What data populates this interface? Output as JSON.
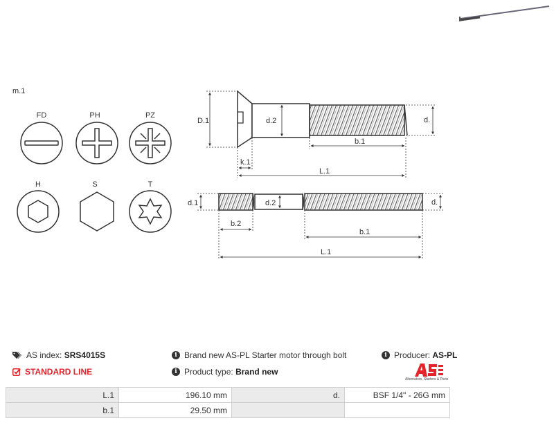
{
  "head_types": {
    "title": "m.1",
    "labels": [
      "FD",
      "PH",
      "PZ",
      "H",
      "S",
      "T"
    ]
  },
  "diagram_labels": {
    "D1": "D.1",
    "d2_top": "d.2",
    "d_top": "d.",
    "b1_top": "b.1",
    "k1": "k.1",
    "L1_top": "L.1",
    "d1_bottom": "d.1",
    "d2_bottom": "d.2",
    "d_bottom": "d.",
    "b2": "b.2",
    "b1_bottom": "b.1",
    "L1_bottom": "L.1"
  },
  "info": {
    "index_label": "AS index:",
    "index_value": "SRS4015S",
    "standard_line": "STANDARD LINE",
    "description": "Brand new AS-PL Starter motor through bolt",
    "product_type_label": "Product type:",
    "product_type_value": "Brand new",
    "producer_label": "Producer:",
    "producer_value": "AS-PL",
    "logo_subtitle": "Alternators, Starters & Parts"
  },
  "spec_table": [
    {
      "k1": "L.1",
      "v1": "196.10 mm",
      "k2": "d.",
      "v2": "BSF 1/4\" - 26G mm"
    },
    {
      "k1": "b.1",
      "v1": "29.50 mm",
      "k2": "",
      "v2": ""
    }
  ],
  "colors": {
    "accent": "#e3242b",
    "dimension": "#e01f8f",
    "line": "#333333"
  }
}
